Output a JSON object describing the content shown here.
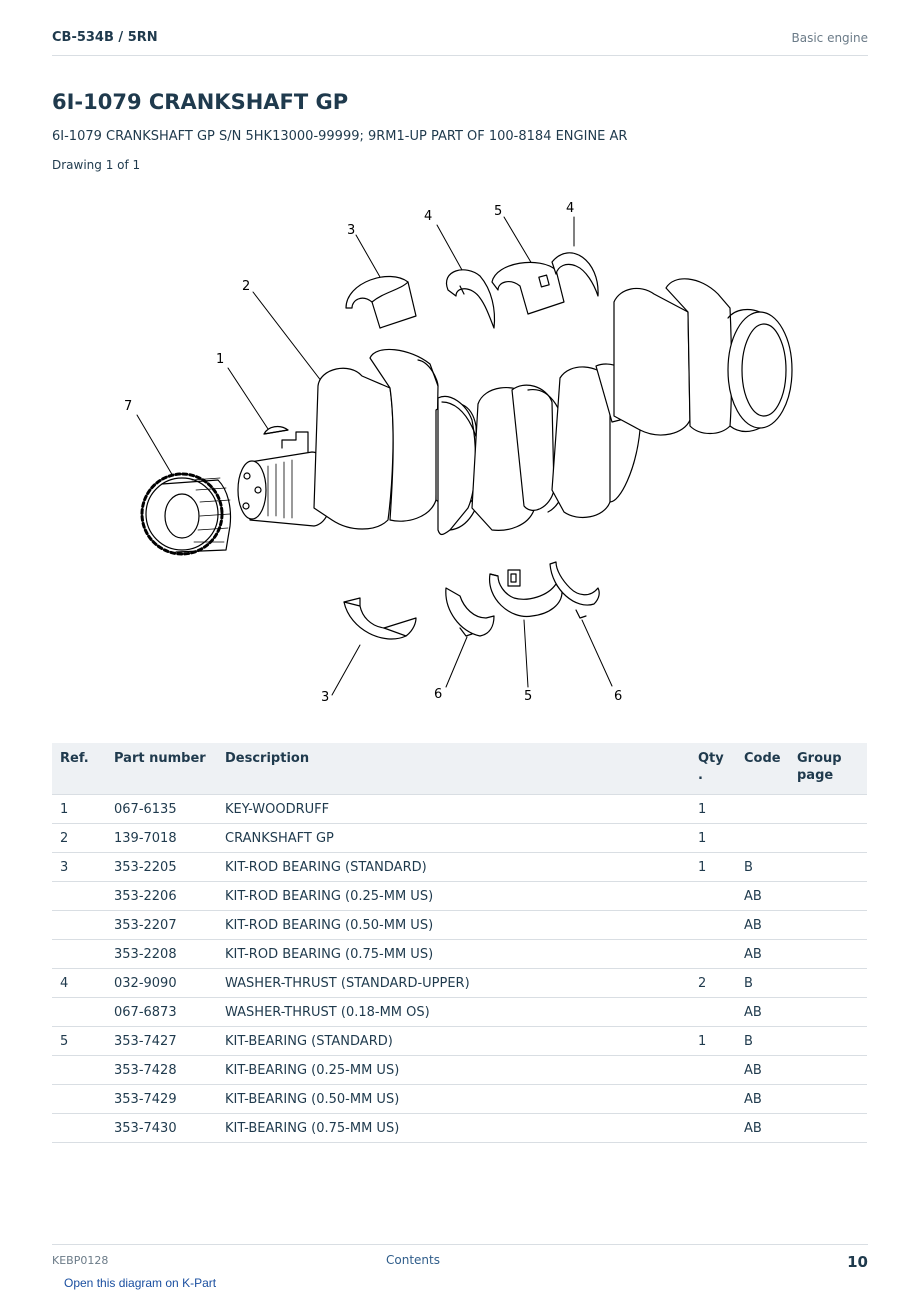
{
  "header": {
    "model": "CB-534B  /  5RN",
    "section": "Basic engine"
  },
  "title": "6I-1079 CRANKSHAFT GP",
  "subtitle": "6I-1079 CRANKSHAFT GP S/N 5HK13000-99999; 9RM1-UP PART OF 100-8184 ENGINE AR",
  "drawing_label": "Drawing 1 of 1",
  "diagram": {
    "callouts": [
      "3",
      "4",
      "5",
      "4",
      "2",
      "1",
      "7",
      "3",
      "6",
      "5",
      "6"
    ]
  },
  "table": {
    "headers": {
      "ref": "Ref.",
      "part_number": "Part number",
      "description": "Description",
      "qty_line1": "Qty",
      "qty_line2": ".",
      "code": "Code",
      "group_line1": "Group",
      "group_line2": "page"
    },
    "rows": [
      {
        "ref": "1",
        "part_number": "067-6135",
        "description": "KEY-WOODRUFF",
        "qty": "1",
        "code": "",
        "group_page": ""
      },
      {
        "ref": "2",
        "part_number": "139-7018",
        "description": "CRANKSHAFT GP",
        "qty": "1",
        "code": "",
        "group_page": ""
      },
      {
        "ref": "3",
        "part_number": "353-2205",
        "description": "KIT-ROD BEARING (STANDARD)",
        "qty": "1",
        "code": "B",
        "group_page": ""
      },
      {
        "ref": "",
        "part_number": "353-2206",
        "description": "KIT-ROD BEARING (0.25-MM US)",
        "qty": "",
        "code": "AB",
        "group_page": ""
      },
      {
        "ref": "",
        "part_number": "353-2207",
        "description": "KIT-ROD BEARING (0.50-MM US)",
        "qty": "",
        "code": "AB",
        "group_page": ""
      },
      {
        "ref": "",
        "part_number": "353-2208",
        "description": "KIT-ROD BEARING (0.75-MM US)",
        "qty": "",
        "code": "AB",
        "group_page": ""
      },
      {
        "ref": "4",
        "part_number": "032-9090",
        "description": "WASHER-THRUST (STANDARD-UPPER)",
        "qty": "2",
        "code": "B",
        "group_page": ""
      },
      {
        "ref": "",
        "part_number": "067-6873",
        "description": "WASHER-THRUST (0.18-MM OS)",
        "qty": "",
        "code": "AB",
        "group_page": ""
      },
      {
        "ref": "5",
        "part_number": "353-7427",
        "description": "KIT-BEARING (STANDARD)",
        "qty": "1",
        "code": "B",
        "group_page": ""
      },
      {
        "ref": "",
        "part_number": "353-7428",
        "description": "KIT-BEARING (0.25-MM US)",
        "qty": "",
        "code": "AB",
        "group_page": ""
      },
      {
        "ref": "",
        "part_number": "353-7429",
        "description": "KIT-BEARING (0.50-MM US)",
        "qty": "",
        "code": "AB",
        "group_page": ""
      },
      {
        "ref": "",
        "part_number": "353-7430",
        "description": "KIT-BEARING (0.75-MM US)",
        "qty": "",
        "code": "AB",
        "group_page": ""
      }
    ]
  },
  "footer": {
    "doc_id": "KEBP0128",
    "contents_label": "Contents",
    "page_number": "10",
    "kpart_link": "Open this diagram on K-Part"
  }
}
